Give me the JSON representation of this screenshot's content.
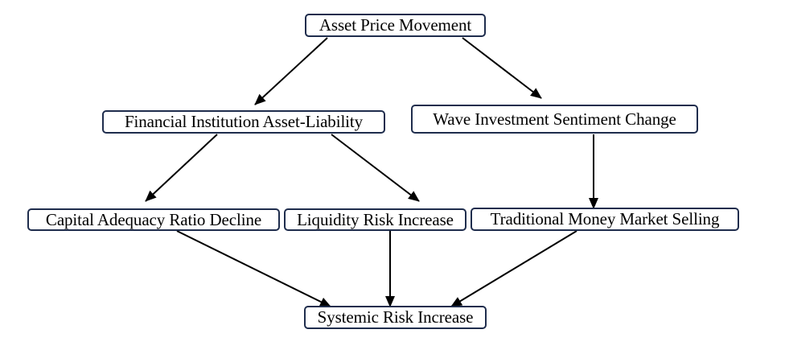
{
  "nodes": {
    "asset_price": "Asset Price Movement",
    "financial_institution": "Financial Institution Asset-Liability",
    "wave_sentiment": "Wave Investment Sentiment Change",
    "capital_adequacy": "Capital Adequacy Ratio Decline",
    "liquidity_risk": "Liquidity Risk Increase",
    "traditional_money": "Traditional Money Market Selling",
    "systemic_risk": "Systemic Risk Increase"
  },
  "edges": [
    {
      "from": "asset_price",
      "to": "financial_institution"
    },
    {
      "from": "asset_price",
      "to": "wave_sentiment"
    },
    {
      "from": "financial_institution",
      "to": "capital_adequacy"
    },
    {
      "from": "financial_institution",
      "to": "liquidity_risk"
    },
    {
      "from": "wave_sentiment",
      "to": "traditional_money"
    },
    {
      "from": "capital_adequacy",
      "to": "systemic_risk"
    },
    {
      "from": "liquidity_risk",
      "to": "systemic_risk"
    },
    {
      "from": "traditional_money",
      "to": "systemic_risk"
    }
  ],
  "colors": {
    "node_border": "#1f2d4d",
    "edge": "#000000"
  }
}
